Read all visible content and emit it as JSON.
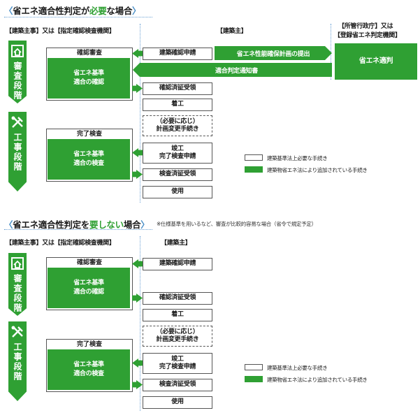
{
  "colors": {
    "green": "#2fa033",
    "blue": "#3a7fc4",
    "border": "#555555"
  },
  "section1": {
    "title_open": "〈",
    "title_pre": "省エネ適合性判定が",
    "title_hl": "必要",
    "title_post": "な場合",
    "title_close": "〉",
    "col_left": "【建築主事】又は【指定確認検査機関】",
    "col_mid": "【建築主】",
    "col_right_1": "【所管行政庁】又は",
    "col_right_2": "【登録省エネ判定機関】",
    "stage_review": "審査段階",
    "stage_construct": "工事段階",
    "kakunin_title": "確認審査",
    "kakunin_inner": "省エネ基準\n適合の確認",
    "kanryo_title": "完了検査",
    "kanryo_inner": "省エネ基準\n適合の検査",
    "box_shinsei": "建築確認申請",
    "box_sumi": "確認済証受領",
    "box_chakko": "着工",
    "box_henko": "（必要に応じ）\n計画変更手続き",
    "box_shunko": "竣工\n完了検査申請",
    "box_kensa": "検査済証受領",
    "box_shiyo": "使用",
    "arrow_submit": "省エネ性能確保計画の提出",
    "arrow_notice": "適合判定通知書",
    "tekihan": "省エネ適判",
    "legend_white": "建築基準法上必要な手続き",
    "legend_green": "建築物省エネ法により追加されている手続き"
  },
  "section2": {
    "title_open": "〈",
    "title_pre": "省エネ適合性判定を",
    "title_hl": "要しない",
    "title_post": "場合",
    "title_close": "〉",
    "note": "※仕様基準を用いるなど、審査が比較的容易な場合（省令で規定予定）",
    "col_left": "【建築主事】又は【指定確認検査機関】",
    "col_mid": "【建築主】",
    "stage_review": "審査段階",
    "stage_construct": "工事段階",
    "kakunin_title": "確認審査",
    "kakunin_inner": "省エネ基準\n適合の確認",
    "kanryo_title": "完了検査",
    "kanryo_inner": "省エネ基準\n適合の検査",
    "box_shinsei": "建築確認申請",
    "box_sumi": "確認済証受領",
    "box_chakko": "着工",
    "box_henko": "（必要に応じ）\n計画変更手続き",
    "box_shunko": "竣工\n完了検査申請",
    "box_kensa": "検査済証受領",
    "box_shiyo": "使用",
    "legend_white": "建築基準法上必要な手続き",
    "legend_green": "建築物省エネ法により追加されている手続き"
  },
  "icons": {
    "review": "house-icon",
    "construct": "tools-icon"
  }
}
